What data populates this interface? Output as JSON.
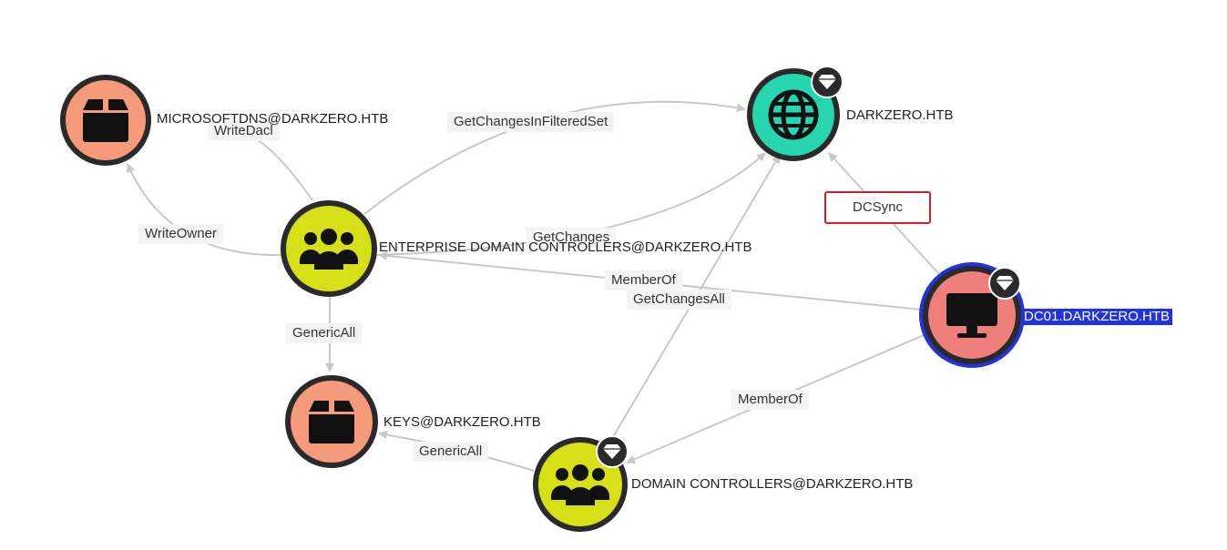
{
  "colors": {
    "container": "#f59a7a",
    "group": "#d7e017",
    "domain": "#27d6b0",
    "computer": "#ee7f7a",
    "edge": "#c8c8c8",
    "highlight": "#cc1f1f",
    "selected": "#2233dd"
  },
  "nodes": {
    "microsoftdns": {
      "label": "MICROSOFTDNS@DARKZERO.HTB",
      "icon": "box-icon",
      "kind": "container"
    },
    "darkzero": {
      "label": "DARKZERO.HTB",
      "icon": "globe-icon",
      "kind": "domain",
      "badge": "diamond-icon"
    },
    "enterprise_dc": {
      "label": "ENTERPRISE DOMAIN CONTROLLERS@DARKZERO.HTB",
      "icon": "users-icon",
      "kind": "group"
    },
    "dc01": {
      "label": "DC01.DARKZERO.HTB",
      "icon": "monitor-icon",
      "kind": "computer",
      "badge": "diamond-icon",
      "selected": true
    },
    "keys": {
      "label": "KEYS@DARKZERO.HTB",
      "icon": "box-icon",
      "kind": "container"
    },
    "domain_controllers": {
      "label": "DOMAIN CONTROLLERS@DARKZERO.HTB",
      "icon": "users-icon",
      "kind": "group",
      "badge": "diamond-icon"
    }
  },
  "edges": {
    "writedacl": {
      "label": "WriteDacl",
      "from": "ENTERPRISE DOMAIN CONTROLLERS@DARKZERO.HTB",
      "to": "MICROSOFTDNS@DARKZERO.HTB"
    },
    "writeowner": {
      "label": "WriteOwner",
      "from": "ENTERPRISE DOMAIN CONTROLLERS@DARKZERO.HTB",
      "to": "MICROSOFTDNS@DARKZERO.HTB"
    },
    "getchangesinfilteredset": {
      "label": "GetChangesInFilteredSet",
      "from": "ENTERPRISE DOMAIN CONTROLLERS@DARKZERO.HTB",
      "to": "DARKZERO.HTB"
    },
    "getchanges": {
      "label": "GetChanges",
      "from": "ENTERPRISE DOMAIN CONTROLLERS@DARKZERO.HTB",
      "to": "DARKZERO.HTB"
    },
    "dcsync": {
      "label": "DCSync",
      "from": "DC01.DARKZERO.HTB",
      "to": "DARKZERO.HTB",
      "highlighted": true
    },
    "memberof_dc01_edc": {
      "label": "MemberOf",
      "from": "DC01.DARKZERO.HTB",
      "to": "ENTERPRISE DOMAIN CONTROLLERS@DARKZERO.HTB"
    },
    "getchangesall": {
      "label": "GetChangesAll",
      "from": "DOMAIN CONTROLLERS@DARKZERO.HTB",
      "to": "DARKZERO.HTB"
    },
    "genericall_edc_keys": {
      "label": "GenericAll",
      "from": "ENTERPRISE DOMAIN CONTROLLERS@DARKZERO.HTB",
      "to": "KEYS@DARKZERO.HTB"
    },
    "memberof_dc01_dc": {
      "label": "MemberOf",
      "from": "DC01.DARKZERO.HTB",
      "to": "DOMAIN CONTROLLERS@DARKZERO.HTB"
    },
    "genericall_dc_keys": {
      "label": "GenericAll",
      "from": "DOMAIN CONTROLLERS@DARKZERO.HTB",
      "to": "KEYS@DARKZERO.HTB"
    }
  }
}
